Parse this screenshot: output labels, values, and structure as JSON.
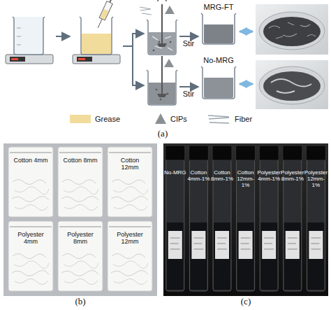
{
  "diagram": {
    "nodes": [
      {
        "text": [
          "MRG-FT"
        ]
      },
      {
        "text": [
          "No-MRG"
        ]
      }
    ],
    "labels": [
      "Stir",
      "Stir",
      "(a)",
      "Cotton 4mm",
      "Cotton 8mm",
      "Cotton 12mm",
      "Polyester 4mm",
      "Polyester 8mm",
      "Polyester 12mm",
      "(b)",
      "No-MRG",
      "Cotton 4mm-1%",
      "Cotton 8mm-1%",
      "Cotton 12mm-1%",
      "Polyester 4mm-1%",
      "Polyester 8mm-1%",
      "Polyester 12mm-1%",
      "(c)"
    ],
    "legend": [
      {
        "text": "Grease",
        "color": "#f2dc9b"
      },
      {
        "text": "CIPs"
      },
      {
        "text": "Fiber"
      }
    ]
  }
}
